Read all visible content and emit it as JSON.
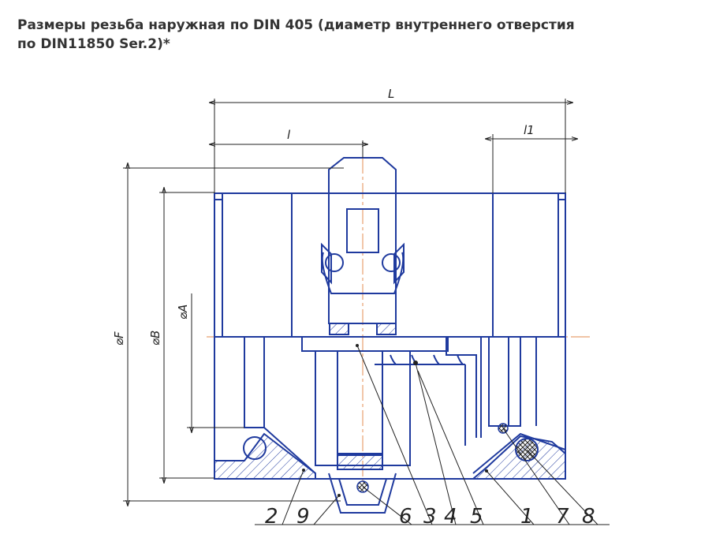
{
  "title": {
    "line1": "Размеры резьба наружная по DIN 405 (диаметр внутреннего отверстия",
    "line2": "по DIN11850 Ser.2)*"
  },
  "dimensions": {
    "L": "L",
    "l": "l",
    "l1": "l1",
    "F": "⌀F",
    "B": "⌀B",
    "A": "⌀A"
  },
  "part_numbers": [
    "2",
    "9",
    "6",
    "3",
    "4",
    "5",
    "1",
    "7",
    "8"
  ],
  "colors": {
    "outline": "#1f3a9e",
    "dimension_lines": "#222222",
    "axis": "#e8a070",
    "heading": "#333333"
  }
}
